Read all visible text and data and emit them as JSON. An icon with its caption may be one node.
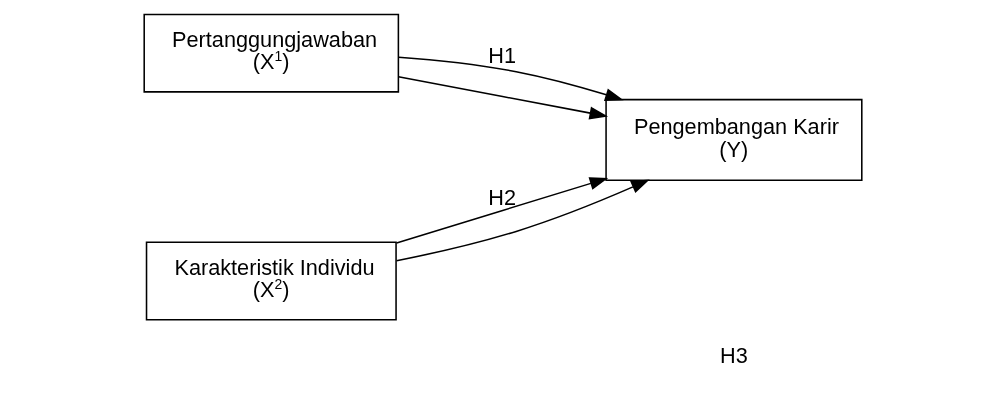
{
  "diagram": {
    "nodes": [
      {
        "text": [
          "Pertanggungjawaban",
          "(X$^{1}$)"
        ]
      },
      {
        "text": [
          "Karakteristik Individu",
          "(X$^{2}$)"
        ]
      },
      {
        "text": [
          "Pengembangan Karir",
          "(Y)"
        ]
      }
    ],
    "edges": [
      {
        "from": 0,
        "to": 2,
        "arrow": "to",
        "label": "H1"
      },
      {
        "from": 1,
        "to": 2,
        "arrow": "to",
        "label": "H2"
      },
      {
        "from": 0,
        "to": 2,
        "arrow": "to"
      },
      {
        "from": 1,
        "to": 2,
        "arrow": "to"
      }
    ],
    "labels": [
      "H3"
    ]
  }
}
